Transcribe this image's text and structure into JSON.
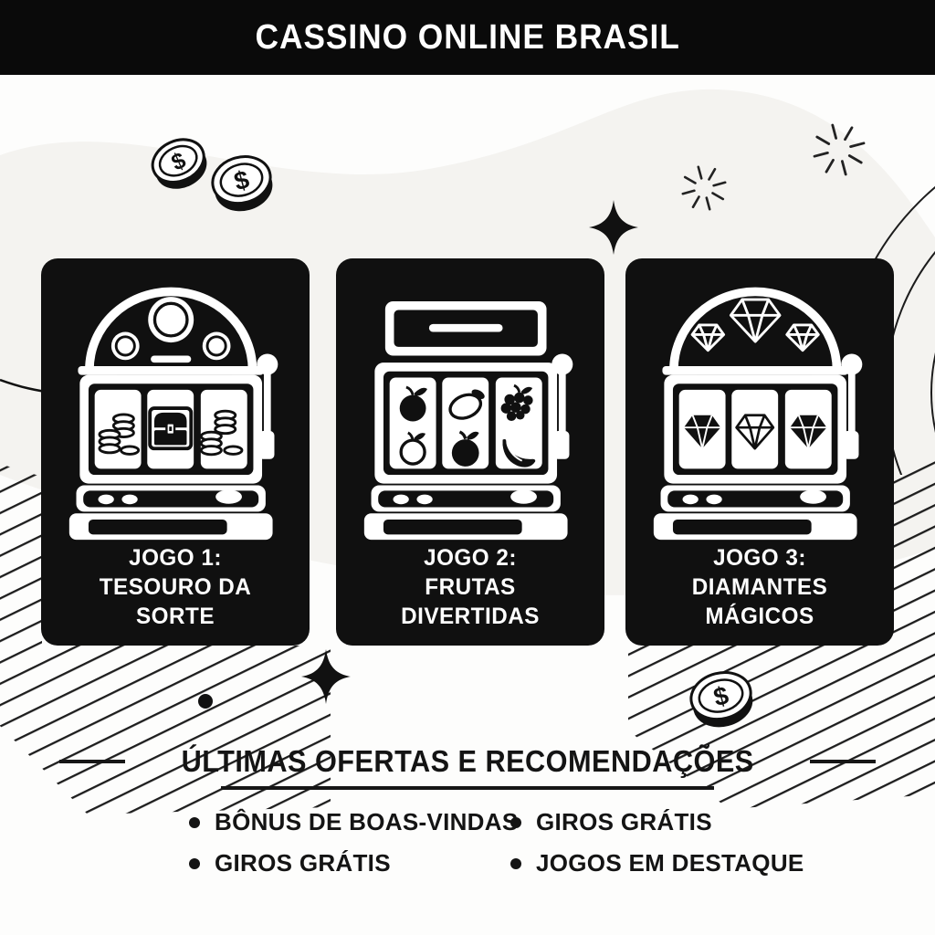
{
  "header": {
    "title": "CASSINO ONLINE BRASIL"
  },
  "cards": [
    {
      "label": "JOGO 1:\nTESOURO DA\nSORTE",
      "machine": "treasure-slot-machine"
    },
    {
      "label": "JOGO 2:\nFRUTAS\nDIVERTIDAS",
      "machine": "fruits-slot-machine"
    },
    {
      "label": "JOGO 3:\nDIAMANTES\nMÁGICOS",
      "machine": "diamonds-slot-machine"
    }
  ],
  "offers": {
    "heading": "ÚLTIMAS OFERTAS E RECOMENDAÇÕES",
    "columns": [
      {
        "items": [
          "BÔNUS DE BOAS-VINDAS",
          "GIROS GRÁTIS"
        ]
      },
      {
        "items": [
          "GIROS GRÁTIS",
          "JOGOS EM DESTAQUE"
        ]
      }
    ]
  },
  "decorations": {
    "coin_symbol": "$",
    "icons": [
      "coin-icon",
      "sparkle-burst-icon",
      "four-point-star-icon",
      "dot-icon",
      "arc-circles",
      "hatch-lines"
    ]
  },
  "colors": {
    "ink": "#111111",
    "card": "#101010",
    "paper": "#fdfdfc",
    "blob": "#f4f3f0"
  }
}
